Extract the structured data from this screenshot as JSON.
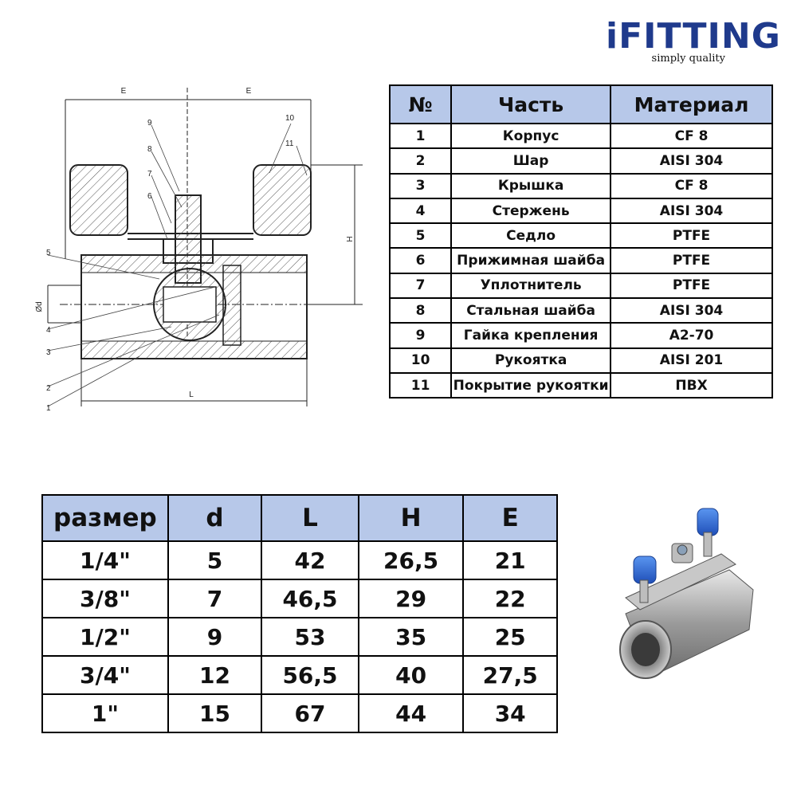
{
  "logo": {
    "brand": "iFITTING",
    "tagline": "simply quality"
  },
  "drawing": {
    "dim_labels": [
      "E",
      "E",
      "H",
      "L",
      "Ød"
    ],
    "callouts": [
      "1",
      "2",
      "3",
      "4",
      "5",
      "6",
      "7",
      "8",
      "9",
      "10",
      "11"
    ]
  },
  "parts_table": {
    "headers": [
      "№",
      "Часть",
      "Материал"
    ],
    "rows": [
      [
        "1",
        "Корпус",
        "CF 8"
      ],
      [
        "2",
        "Шар",
        "AISI 304"
      ],
      [
        "3",
        "Крышка",
        "CF 8"
      ],
      [
        "4",
        "Стержень",
        "AISI 304"
      ],
      [
        "5",
        "Седло",
        "PTFE"
      ],
      [
        "6",
        "Прижимная шайба",
        "PTFE"
      ],
      [
        "7",
        "Уплотнитель",
        "PTFE"
      ],
      [
        "8",
        "Стальная шайба",
        "AISI 304"
      ],
      [
        "9",
        "Гайка крепления",
        "A2-70"
      ],
      [
        "10",
        "Рукоятка",
        "AISI 201"
      ],
      [
        "11",
        "Покрытие рукоятки",
        "ПВХ"
      ]
    ]
  },
  "size_table": {
    "headers": [
      "размер",
      "d",
      "L",
      "H",
      "E"
    ],
    "rows": [
      [
        "1/4\"",
        "5",
        "42",
        "26,5",
        "21"
      ],
      [
        "3/8\"",
        "7",
        "46,5",
        "29",
        "22"
      ],
      [
        "1/2\"",
        "9",
        "53",
        "35",
        "25"
      ],
      [
        "3/4\"",
        "12",
        "56,5",
        "40",
        "27,5"
      ],
      [
        "1\"",
        "15",
        "67",
        "44",
        "34"
      ]
    ]
  },
  "colors": {
    "brand": "#1f3a8c",
    "header_bg": "#b7c8e9",
    "handle_blue": "#1f5fd0"
  }
}
